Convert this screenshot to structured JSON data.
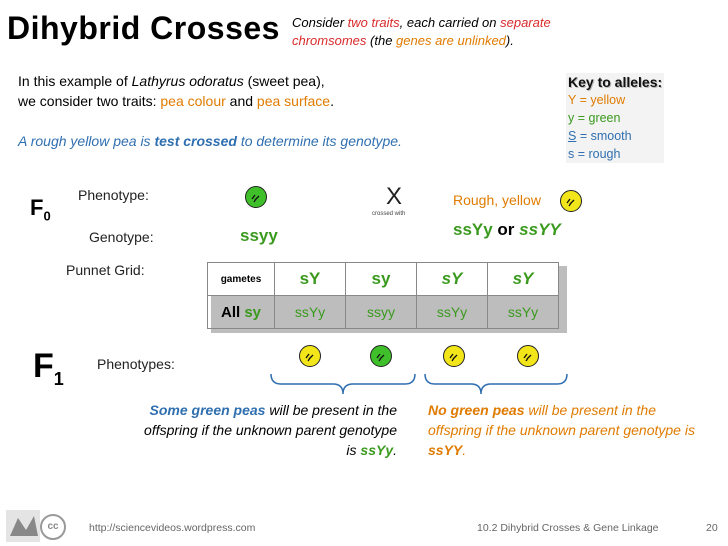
{
  "title": "Dihybrid Crosses",
  "consider": {
    "p1": "Consider ",
    "p2": "two traits",
    "p3": ", each carried on ",
    "p4": "separate chromsomes",
    "p5": " (the ",
    "p6": "genes are unlinked",
    "p7": ")."
  },
  "intro": {
    "a": "In this example of ",
    "b": "Lathyrus odoratus",
    "c": " (sweet pea),",
    "d": "we consider two traits: ",
    "e": "pea colour",
    "f": " and ",
    "g": "pea surface",
    "h": "."
  },
  "key": {
    "heading": "Key to alleles:",
    "yellow": "Y = yellow",
    "green": "y = green",
    "smooth_s": "S",
    "smooth_rest": " = smooth",
    "rough": "s = rough"
  },
  "testcross": {
    "a": "A rough yellow pea is ",
    "b": "test crossed",
    "c": " to determine its genotype."
  },
  "f0": {
    "label": "F",
    "sub": "0"
  },
  "f1": {
    "label": "F",
    "sub": "1"
  },
  "phenotype_label": "Phenotype:",
  "genotype_label": "Genotype:",
  "punnet_label": "Punnet Grid:",
  "phenotypes_label": "Phenotypes:",
  "parent_left_genotype": "ssyy",
  "cross_symbol": "X",
  "crossed_with": "crossed with",
  "parent_right_phenotype": "Rough, yellow",
  "parent_right_genotype_a": "ssYy",
  "parent_right_or": " or ",
  "parent_right_genotype_b": "ssYY",
  "grid": {
    "gametes": "gametes",
    "headers": [
      "sY",
      "sy",
      "sY",
      "sY"
    ],
    "row_label_a": "All ",
    "row_label_b": "sy",
    "values": [
      "ssYy",
      "ssyy",
      "ssYy",
      "ssYy"
    ]
  },
  "offspring_colors": [
    "#f2e51a",
    "#3fbf2a",
    "#f2e51a",
    "#f2e51a"
  ],
  "note1": {
    "a": "Some green peas",
    "b": " will be present in the offspring if the unknown parent genotype is ",
    "c": "ssYy",
    "d": "."
  },
  "note2": {
    "a": "No green peas",
    "b": " will be present in the offspring if the unknown parent genotype is ",
    "c": "ssYY",
    "d": "."
  },
  "footer": {
    "url": "http://sciencevideos.wordpress.com",
    "cc": "cc",
    "chapter": "10.2 Dihybrid Crosses & Gene Linkage",
    "page": "20"
  },
  "colors": {
    "yellow": "#f2e51a",
    "green": "#3fbf2a",
    "orange": "#e07b00",
    "blue": "#2f6fb0",
    "red": "#d92b2b"
  }
}
